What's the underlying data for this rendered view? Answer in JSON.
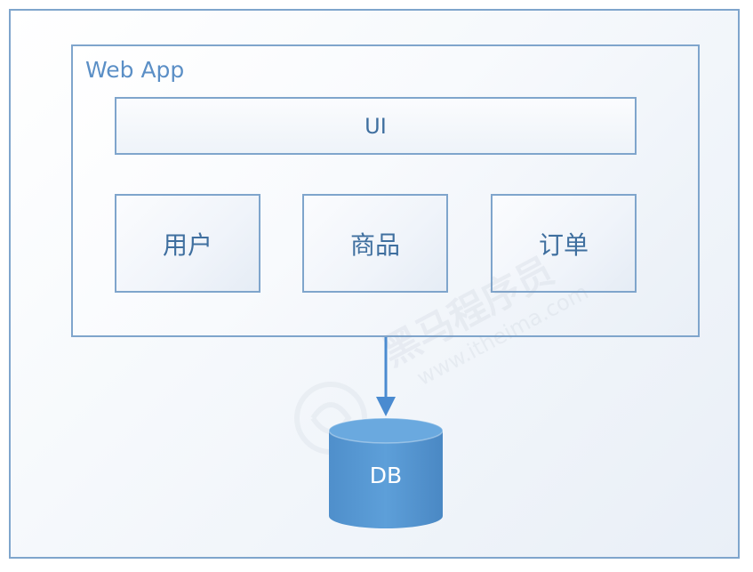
{
  "diagram": {
    "container_label": "Web App",
    "ui_label": "UI",
    "modules": [
      "用户",
      "商品",
      "订单"
    ],
    "database_label": "DB",
    "watermark": {
      "brand": "黑马程序员",
      "url": "www.itheima.com"
    }
  },
  "colors": {
    "border": "#7fa5cc",
    "label_text": "#5b8fc6",
    "box_text": "#3f6f9f",
    "arrow": "#4a8bd0",
    "db_fill": "#5b9bd5",
    "db_top": "#7fb3e0"
  }
}
